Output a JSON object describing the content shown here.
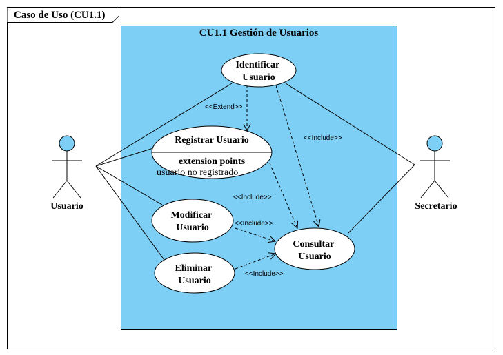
{
  "frame": {
    "label": "Caso de Uso (CU1.1)"
  },
  "system": {
    "title": "CU1.1 Gestión de Usuarios",
    "fill": "#7ecff5"
  },
  "actors": {
    "usuario": {
      "label": "Usuario"
    },
    "secretario": {
      "label": "Secretario"
    }
  },
  "actor_head_color": "#7ecff5",
  "use_cases": {
    "identificar": {
      "line1": "Identificar",
      "line2": "Usuario"
    },
    "registrar": {
      "title": "Registrar Usuario",
      "ext_heading": "extension points",
      "ext_point": "usuario no registrado"
    },
    "modificar": {
      "line1": "Modificar",
      "line2": "Usuario"
    },
    "consultar": {
      "line1": "Consultar",
      "line2": "Usuario"
    },
    "eliminar": {
      "line1": "Eliminar",
      "line2": "Usuario"
    }
  },
  "relations": {
    "extend": "<<Extend>>",
    "include_identificar": "<<Include>>",
    "include_registrar": "<<Include>>",
    "include_modificar": "<<Include>>",
    "include_eliminar": "<<Include>>"
  }
}
